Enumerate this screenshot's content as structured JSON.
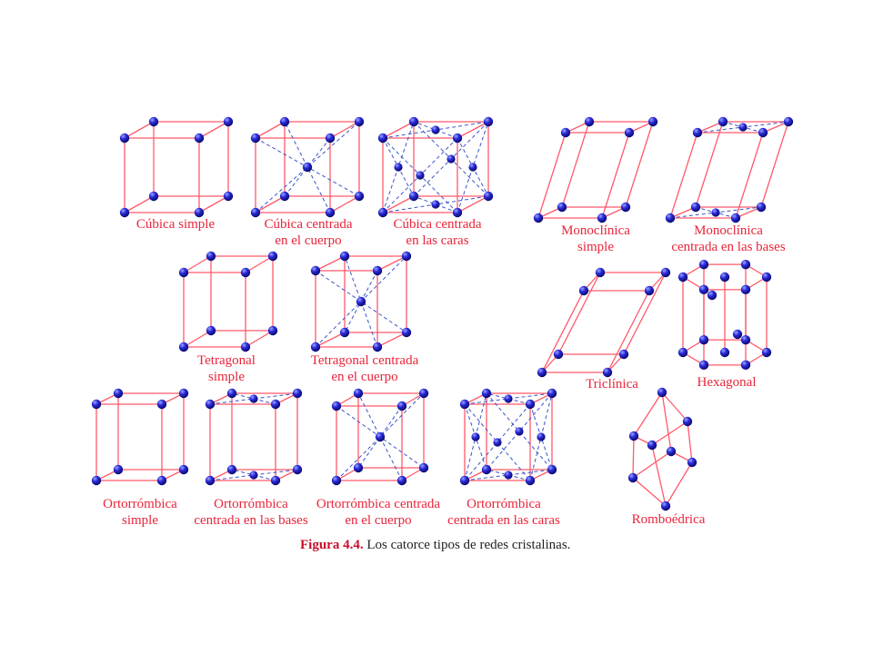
{
  "colors": {
    "edge": "#ff5a6a",
    "dashed": "#3a55c8",
    "atom": "#1c1cc8",
    "label": "#e8253a",
    "caption_bold": "#c8102e",
    "caption_text": "#222222"
  },
  "lattices": [
    {
      "id": "cubica-simple",
      "lines": [
        "Cúbica simple"
      ]
    },
    {
      "id": "cubica-cuerpo",
      "lines": [
        "Cúbica centrada",
        "en el cuerpo"
      ]
    },
    {
      "id": "cubica-caras",
      "lines": [
        "Cúbica centrada",
        "en las caras"
      ]
    },
    {
      "id": "monoclinica-simple",
      "lines": [
        "Monoclínica",
        "simple"
      ]
    },
    {
      "id": "monoclinica-bases",
      "lines": [
        "Monoclínica",
        "centrada en las bases"
      ]
    },
    {
      "id": "tetragonal",
      "lines": [
        "Tetragonal",
        "simple"
      ]
    },
    {
      "id": "tetragonal-cuerpo",
      "lines": [
        "Tetragonal centrada",
        "en el cuerpo"
      ]
    },
    {
      "id": "triclinica",
      "lines": [
        "Triclínica"
      ]
    },
    {
      "id": "hexagonal",
      "lines": [
        "Hexagonal"
      ]
    },
    {
      "id": "ortorrombica-simple",
      "lines": [
        "Ortorrómbica",
        "simple"
      ]
    },
    {
      "id": "ortorrombica-bases",
      "lines": [
        "Ortorrómbica",
        "centrada en las bases"
      ]
    },
    {
      "id": "ortorrombica-cuerpo",
      "lines": [
        "Ortorrómbica centrada",
        "en el cuerpo"
      ]
    },
    {
      "id": "ortorrombica-caras",
      "lines": [
        "Ortorrómbica",
        "centrada en las caras"
      ]
    },
    {
      "id": "romboedrica",
      "lines": [
        "Romboédrica"
      ]
    }
  ],
  "caption": {
    "label": "Figura 4.4.",
    "text": " Los catorce tipos de redes cristalinas."
  }
}
